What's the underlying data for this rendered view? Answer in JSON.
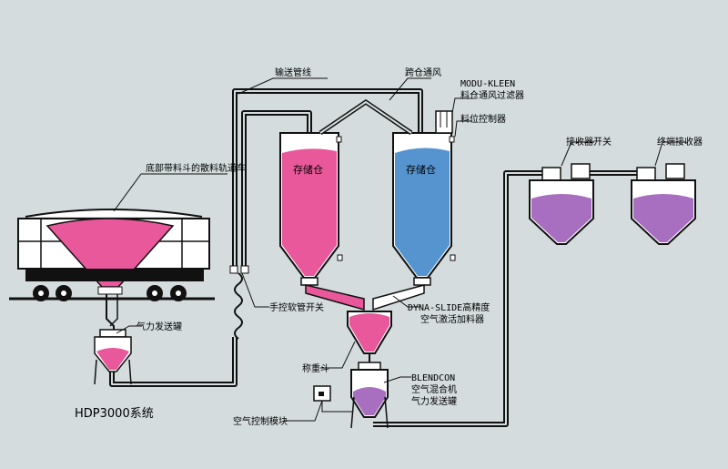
{
  "labels": {
    "railcar": "底部带料斗的散料轨道车",
    "conveying_line": "输送管线",
    "cross_silo_vent": "跨仓通风",
    "modu_kleen_1": "MODU-KLEEN",
    "modu_kleen_2": "料仓通风过滤器",
    "level_control": "料位控制器",
    "receiver_switch": "接收器开关",
    "terminal_receiver": "终端接收器",
    "silo_left": "存储仓",
    "silo_right": "存储仓",
    "pneumatic_tank": "气力发送罐",
    "system_name": "HDP3000系统",
    "hose_switch": "手控软管开关",
    "dyna_slide_1": "DYNA-SLIDE高精度",
    "dyna_slide_2": "空气激活加料器",
    "weigh_hopper": "称重斗",
    "blendcon_1": "BLENDCON",
    "blendcon_2": "空气混合机",
    "blendcon_3": "气力发送罐",
    "air_control": "空气控制模块"
  },
  "colors": {
    "background": "#d4dcdd",
    "pink": "#e8589a",
    "blue": "#5594cf",
    "purple": "#a86ec0",
    "line": "#111111",
    "white": "#ffffff"
  }
}
